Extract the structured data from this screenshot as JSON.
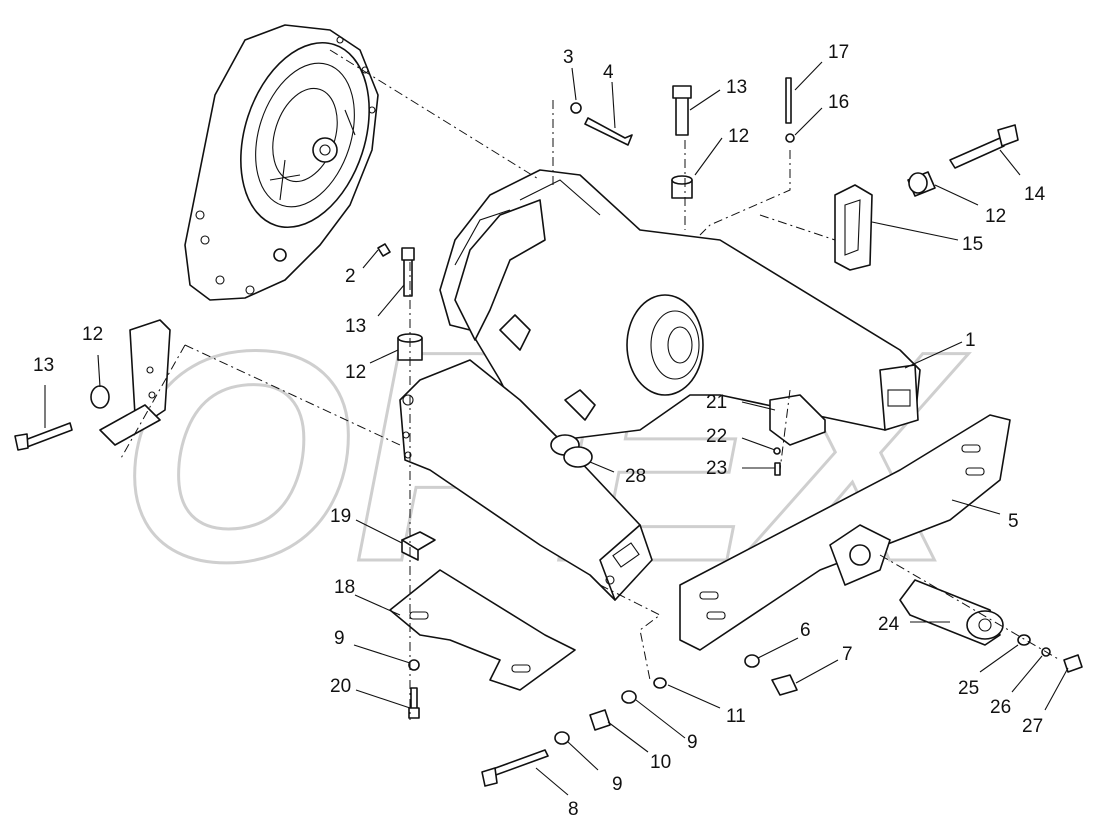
{
  "watermark": {
    "text": "OPEX"
  },
  "callouts": [
    {
      "id": "c1",
      "label": "1"
    },
    {
      "id": "c2",
      "label": "2"
    },
    {
      "id": "c3",
      "label": "3"
    },
    {
      "id": "c4",
      "label": "4"
    },
    {
      "id": "c5",
      "label": "5"
    },
    {
      "id": "c6",
      "label": "6"
    },
    {
      "id": "c7",
      "label": "7"
    },
    {
      "id": "c8",
      "label": "8"
    },
    {
      "id": "c9a",
      "label": "9"
    },
    {
      "id": "c9b",
      "label": "9"
    },
    {
      "id": "c9c",
      "label": "9"
    },
    {
      "id": "c10",
      "label": "10"
    },
    {
      "id": "c11",
      "label": "11"
    },
    {
      "id": "c12a",
      "label": "12"
    },
    {
      "id": "c12b",
      "label": "12"
    },
    {
      "id": "c12c",
      "label": "12"
    },
    {
      "id": "c12d",
      "label": "12"
    },
    {
      "id": "c13a",
      "label": "13"
    },
    {
      "id": "c13b",
      "label": "13"
    },
    {
      "id": "c13c",
      "label": "13"
    },
    {
      "id": "c14",
      "label": "14"
    },
    {
      "id": "c15",
      "label": "15"
    },
    {
      "id": "c16",
      "label": "16"
    },
    {
      "id": "c17",
      "label": "17"
    },
    {
      "id": "c18",
      "label": "18"
    },
    {
      "id": "c19",
      "label": "19"
    },
    {
      "id": "c20",
      "label": "20"
    },
    {
      "id": "c21",
      "label": "21"
    },
    {
      "id": "c22",
      "label": "22"
    },
    {
      "id": "c23",
      "label": "23"
    },
    {
      "id": "c24",
      "label": "24"
    },
    {
      "id": "c25",
      "label": "25"
    },
    {
      "id": "c26",
      "label": "26"
    },
    {
      "id": "c27",
      "label": "27"
    },
    {
      "id": "c28",
      "label": "28"
    }
  ]
}
